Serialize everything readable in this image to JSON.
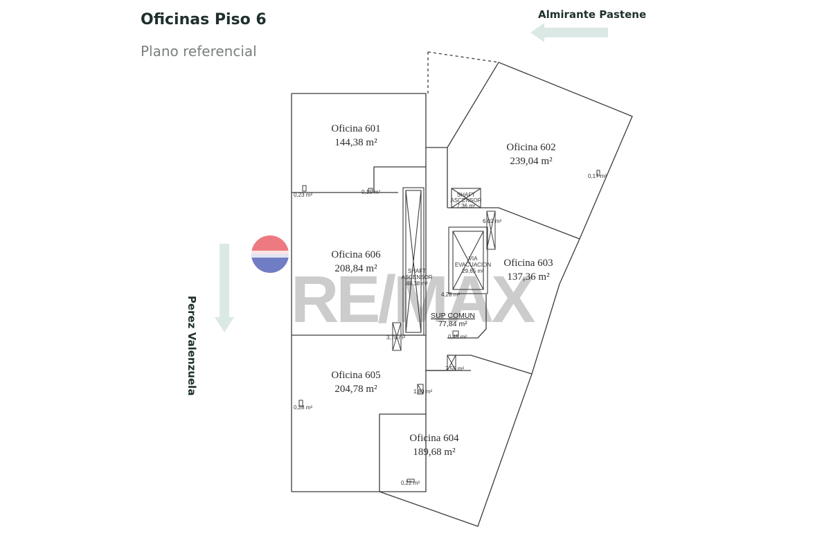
{
  "header": {
    "title": "Oficinas Piso 6",
    "subtitle": "Plano referencial"
  },
  "streets": {
    "top": "Almirante Pastene",
    "side": "Perez Valenzuela"
  },
  "offices": {
    "o601": {
      "name": "Oficina 601",
      "area": "144,38  m²"
    },
    "o602": {
      "name": "Oficina 602",
      "area": "239,04  m²"
    },
    "o603": {
      "name": "Oficina 603",
      "area": "137,36  m²"
    },
    "o604": {
      "name": "Oficina 604",
      "area": "189,68  m²"
    },
    "o605": {
      "name": "Oficina 605",
      "area": "204,78  m²"
    },
    "o606": {
      "name": "Oficina 606",
      "area": "208,84  m²"
    }
  },
  "core": {
    "shaft_main_l1": "SHAFT",
    "shaft_main_l2": "ASCENSOR",
    "shaft_main_area": "48,38 m²",
    "shaft_small_l1": "SHAFT",
    "shaft_small_l2": "ASCENSOR",
    "shaft_small_area": "7,36 m²",
    "evac_l1": "VIA",
    "evac_l2": "EVACUACION",
    "evac_area": "29,65 m²",
    "common_label": "SUP COMUN",
    "common_area": "77,84 m²"
  },
  "small_areas": {
    "a1": "0,23 m²",
    "a2": "0,15 m²",
    "a3": "0,17 m²",
    "a4": "6,02 m²",
    "a5": "4,28 m²",
    "a6": "3,78 m²",
    "a7": "0,45 m²",
    "a8": "7,55 m²",
    "a9": "1,80 m²",
    "a10": "0,28 m²",
    "a11": "0,22 m²"
  },
  "watermark": {
    "text": "RE/MAX",
    "colors": {
      "balloon_red": "#e8515b",
      "balloon_blue": "#3d6fd1",
      "text": "#b8b8b8"
    }
  },
  "colors": {
    "arrow": "#dbe9e6",
    "line": "#3a3a3a"
  }
}
